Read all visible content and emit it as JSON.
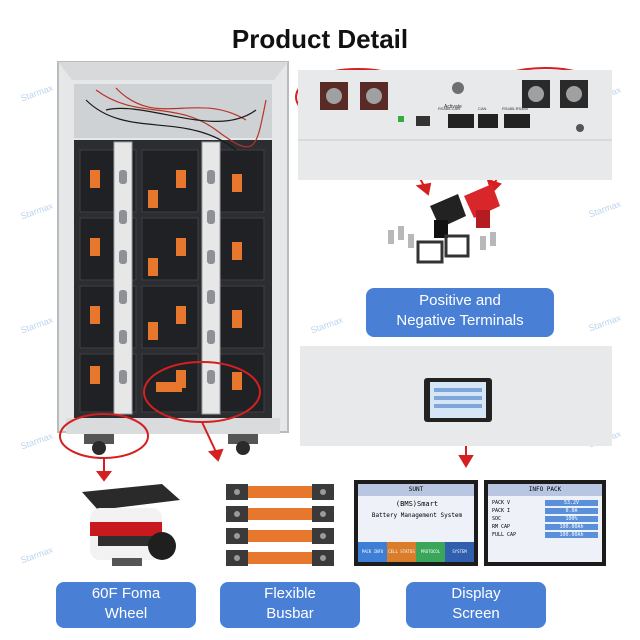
{
  "page": {
    "title": "Product Detail"
  },
  "watermark": {
    "text": "Starmax"
  },
  "labels": {
    "terminals": {
      "line1": "Positive and",
      "line2": "Negative Terminals"
    },
    "wheel": {
      "line1": "60F Foma",
      "line2": "Wheel"
    },
    "busbar": {
      "line1": "Flexible",
      "line2": "Busbar"
    },
    "display": {
      "line1": "Display",
      "line2": "Screen"
    }
  },
  "panel": {
    "switch_label": "Activate",
    "port1": "RS485-CAN",
    "port2": "CAN",
    "port3": "RS485-RS485"
  },
  "screen1": {
    "header": "SUNT",
    "line1": "(BMS)Smart",
    "line2": "Battery Management System",
    "buttons": [
      "PACK INFO",
      "CELL STATUS",
      "PROTOCOL",
      "SYSTEM"
    ]
  },
  "screen2": {
    "header": "INFO PACK",
    "rows": [
      {
        "k": "PACK V",
        "v": "53.2V"
      },
      {
        "k": "PACK I",
        "v": "0.0A"
      },
      {
        "k": "SOC",
        "v": "100%"
      },
      {
        "k": "RM CAP",
        "v": "100.00Ah"
      },
      {
        "k": "FULL CAP",
        "v": "100.00Ah"
      }
    ]
  },
  "colors": {
    "accent": "#4a7fd6",
    "callout": "#d42020",
    "busbar": "#e8772e"
  }
}
